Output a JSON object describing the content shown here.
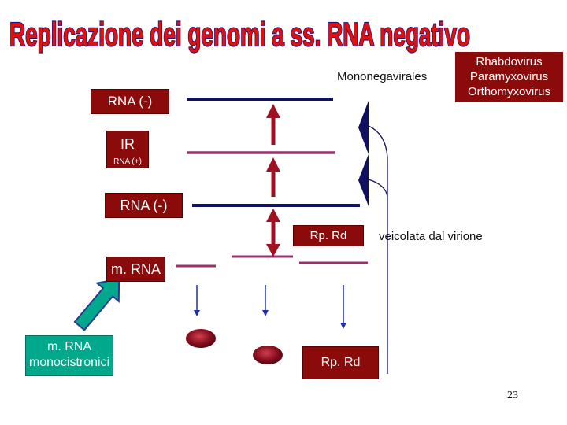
{
  "title": "Replicazione dei genomi a ss. RNA negativo",
  "virus_order": "Mononegavirales",
  "virus_families": [
    "Rhabdovirus",
    "Paramyxovirus",
    "Orthomyxovirus"
  ],
  "labels": {
    "rna_neg_top": "RNA (-)",
    "ir": "IR",
    "rna_pos": "RNA (+)",
    "rna_neg_mid": "RNA (-)",
    "rprd_virion": "Rp. Rd",
    "virion_note": "veicolata dal virione",
    "mrna": "m. RNA",
    "mrna_mono_line1": "m. RNA",
    "mrna_mono_line2": "monocistronici",
    "rprd_product": "Rp. Rd"
  },
  "page_number": "23",
  "colors": {
    "title_fill": "#e01010",
    "title_outline": "#2a1070",
    "box_dark_red": "#8b0a0a",
    "strand_navy": "#101060",
    "strand_purple": "#9a2f6a",
    "arrow_red": "#a01020",
    "arrow_blue": "#1f2fb0",
    "teal": "#00a88c"
  }
}
